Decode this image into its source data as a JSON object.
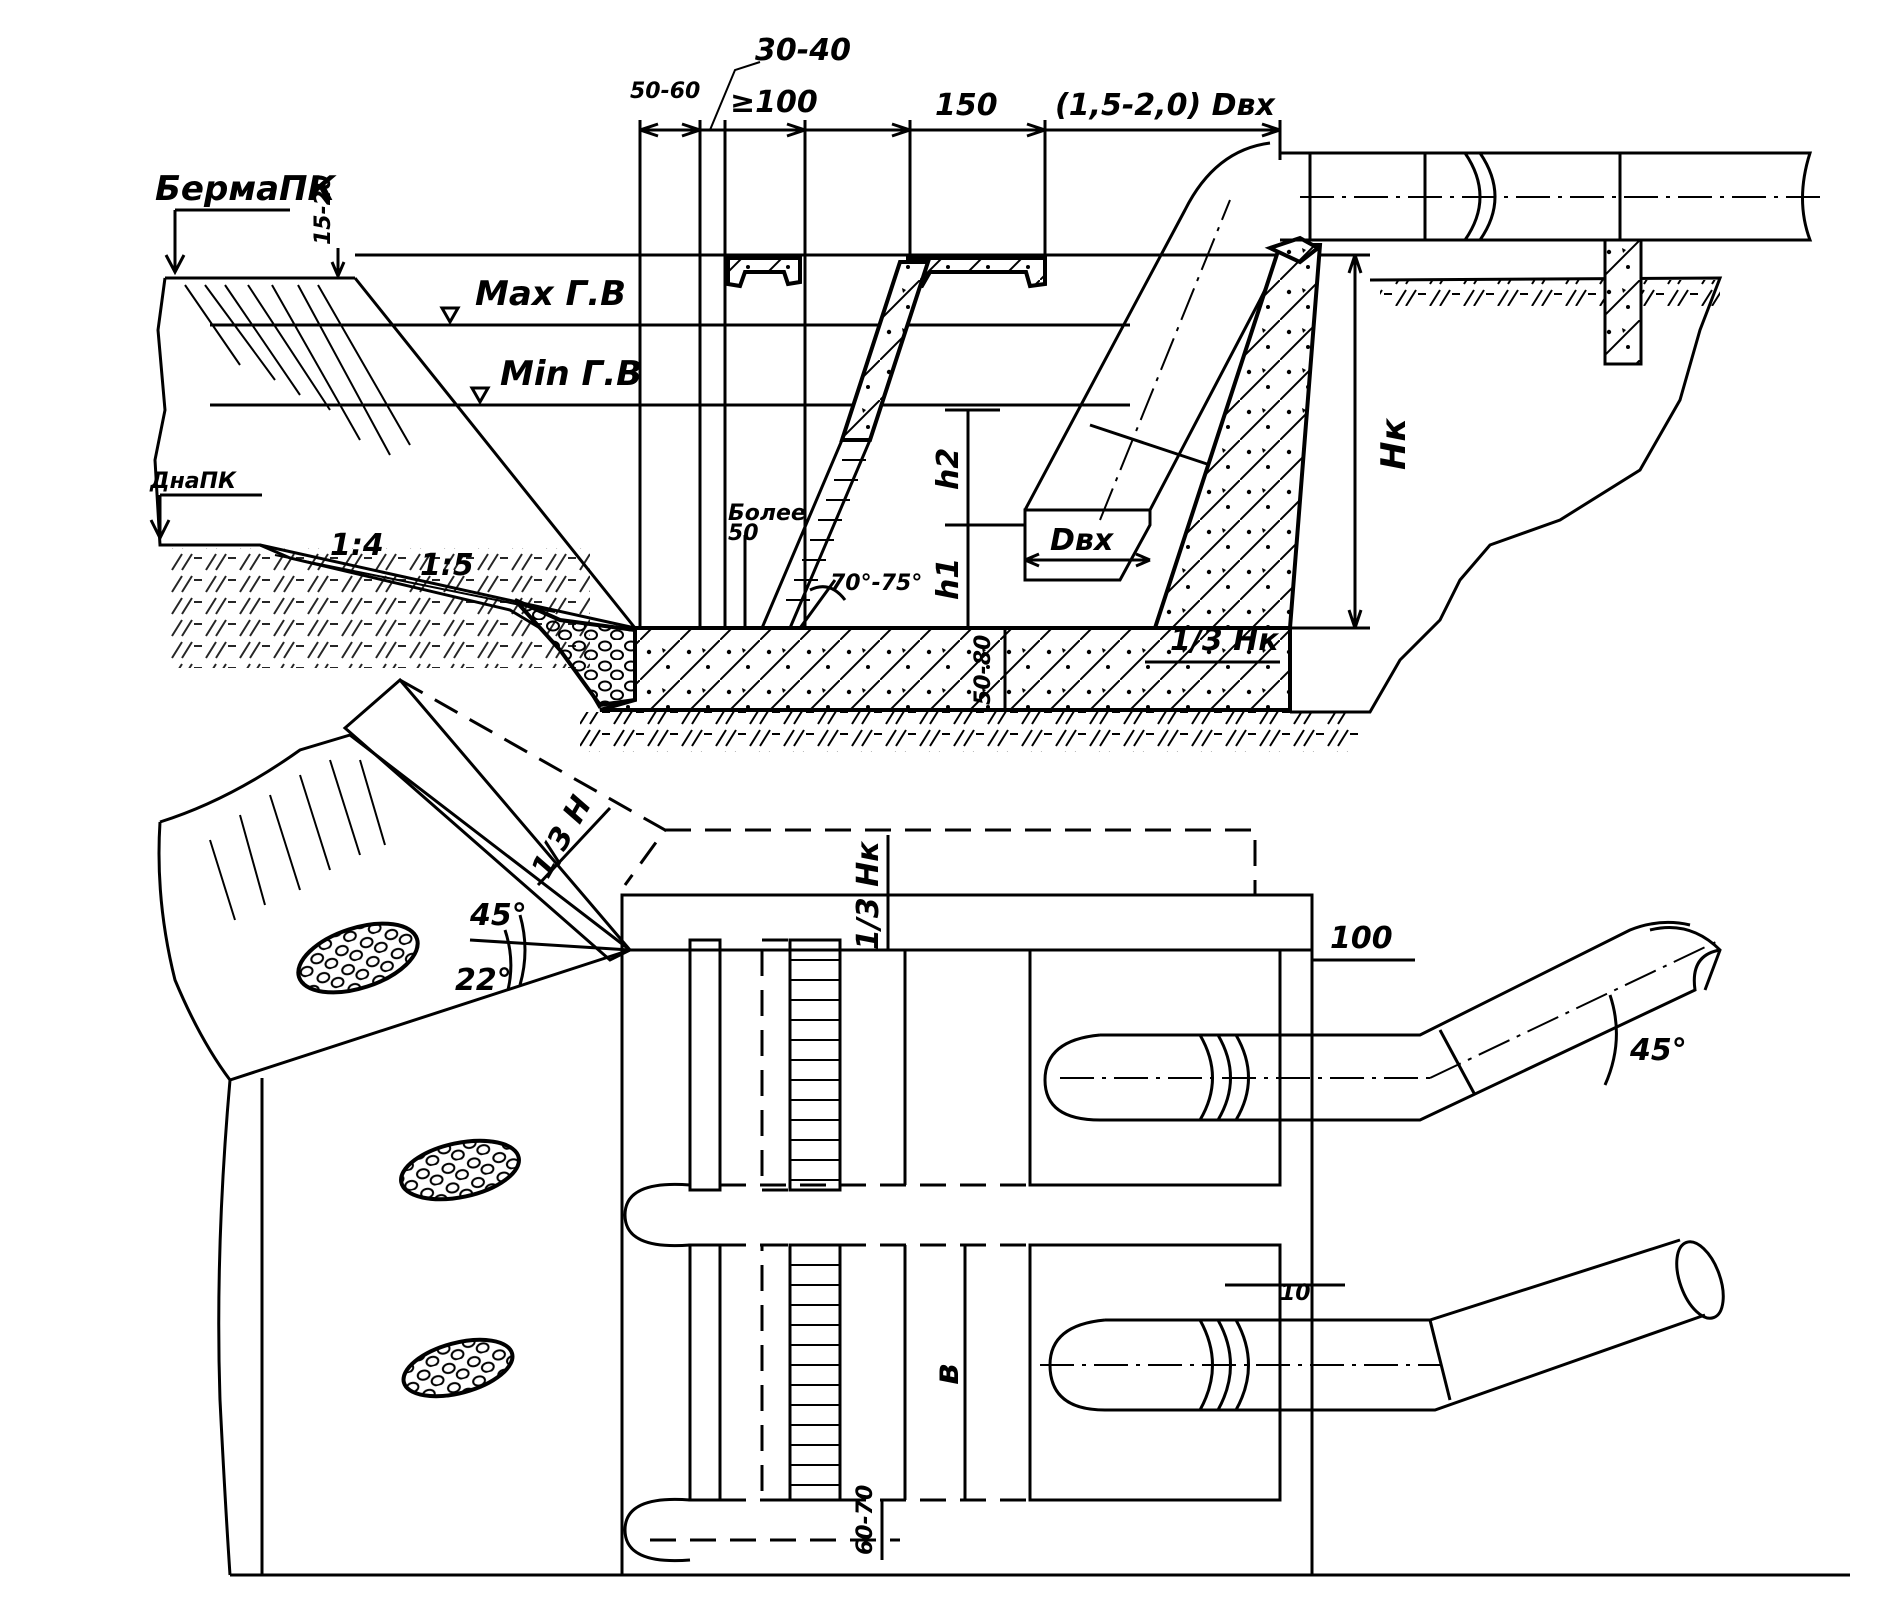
{
  "section": {
    "berm_label": "БермаПК",
    "bottom_label": "ДнаПК",
    "max_level_label": "Max Г.В",
    "min_level_label": "Min Г.В",
    "slope_1": "1:4",
    "slope_2": "1:5",
    "h2": "h2",
    "h1": "h1",
    "d_in": "Dвх",
    "angle": "70°-75°",
    "hk": "Hк",
    "third_hk": "1/3 Hк",
    "not_less_label": "Более",
    "not_less_value": "50",
    "floor_thickness": "50-80",
    "freeboard": "15-20"
  },
  "top_dimensions": {
    "d1": "50-60",
    "d2": "30-40",
    "d3": "≥100",
    "d4": "150",
    "d5": "(1,5-2,0) Dвх"
  },
  "plan": {
    "third_h": "1/3 H",
    "third_hk": "1/3 Hк",
    "angle_45_left": "45°",
    "angle_22": "22°",
    "dim_100": "100",
    "angle_45_right": "45°",
    "dim_b": "в",
    "dim_60_70": "60-70",
    "dim_10": "10"
  }
}
